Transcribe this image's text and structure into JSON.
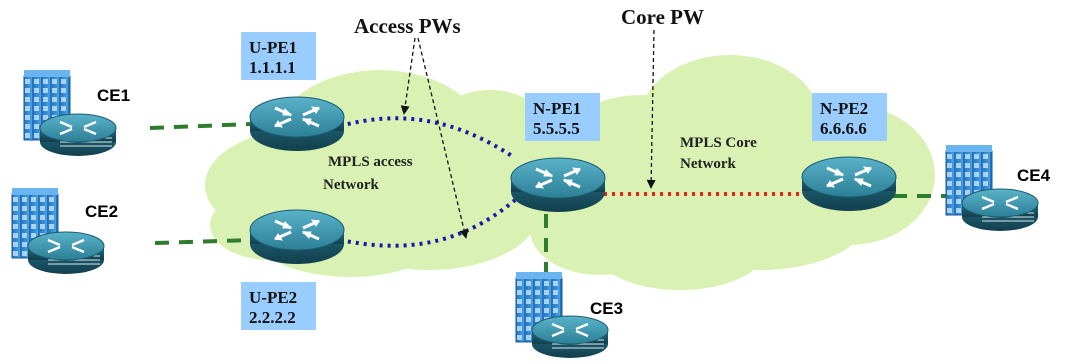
{
  "annotations": {
    "access_pws": "Access PWs",
    "core_pw": "Core PW"
  },
  "networks": {
    "access_line1": "MPLS access",
    "access_line2": "Network",
    "core_line1": "MPLS Core",
    "core_line2": "Network"
  },
  "nodes": {
    "upe1": {
      "name": "U-PE1",
      "addr": "1.1.1.1"
    },
    "upe2": {
      "name": "U-PE2",
      "addr": "2.2.2.2"
    },
    "npe1": {
      "name": "N-PE1",
      "addr": "5.5.5.5"
    },
    "npe2": {
      "name": "N-PE2",
      "addr": "6.6.6.6"
    }
  },
  "ces": {
    "ce1": "CE1",
    "ce2": "CE2",
    "ce3": "CE3",
    "ce4": "CE4"
  },
  "colors": {
    "cloud": "#d9f2b4",
    "label_box": "#99ccff",
    "access_pw": "#1a1aa8",
    "core_pw": "#e8201a",
    "attachment": "#2e7d2e",
    "router_dark": "#1f6f86",
    "router_light": "#3fa0b8",
    "building": "#2f84cf"
  }
}
